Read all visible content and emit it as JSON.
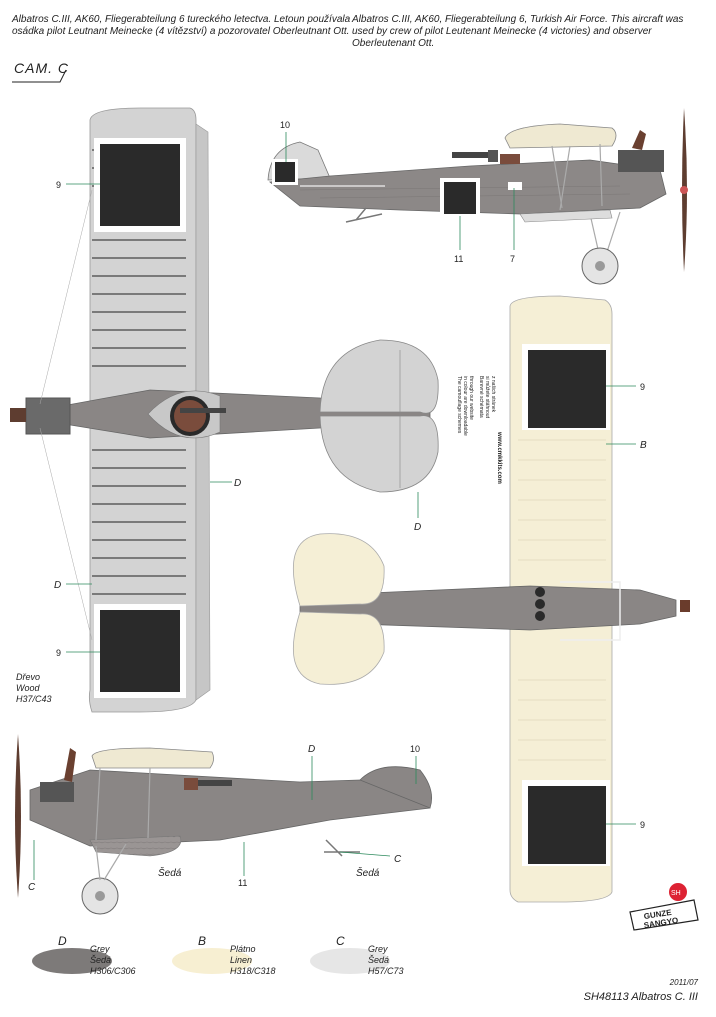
{
  "caption_cz": "Albatros C.III, AK60, Fliegerabteilung 6 tureckého letectva. Letoun používala osádka pilot Leutnant Meinecke (4 vítězství) a pozorovatel Oberleutnant Ott.",
  "caption_en": "Albatros C.III, AK60, Fliegerabteilung 6, Turkish Air Force. This aircraft was used by crew of pilot Leutenant Meinecke (4 victories) and observer Oberleutenant Ott.",
  "camo_label": "CAM. C",
  "callouts": {
    "c10_top": "10",
    "c11_top": "11",
    "c7_top": "7",
    "c9_left_top": "9",
    "c9_left_bottom": "9",
    "cD_wing": "D",
    "cD_wing_low": "D",
    "cD_tail": "D",
    "c9_right_top": "9",
    "cB_right": "B",
    "c9_right_bottom": "9",
    "cD_bottom": "D",
    "c10_bottom": "10",
    "c11_bottom": "11",
    "cC_bottom_left": "C",
    "cC_bottom_right": "C",
    "seda_1": "Šedá",
    "seda_2": "Šedá"
  },
  "wood": {
    "cz": "Dřevo",
    "en": "Wood",
    "code": "H37/C43"
  },
  "notice": {
    "line1": "The camouflage schemes",
    "line2": "in colour are downloadable",
    "line3": "through our website",
    "line4": "Barevné schémata",
    "line5": "si můžete stáhnout",
    "line6": "z našich stránek",
    "url": "www.cmkkits.com"
  },
  "legend": [
    {
      "code": "D",
      "line1": "Grey",
      "line2": "Šedá",
      "line3": "H306/C306",
      "color": "#7d7a79"
    },
    {
      "code": "B",
      "line1": "Plátno",
      "line2": "Linen",
      "line3": "H318/C318",
      "color": "#f7efd2"
    },
    {
      "code": "C",
      "line1": "Grey",
      "line2": "Šedá",
      "line3": "H57/C73",
      "color": "#e6e6e6"
    }
  ],
  "footer": {
    "date": "2011/07",
    "title": "SH48113 Albatros C. III"
  },
  "colors": {
    "grey_fuselage": "#8a8685",
    "light_grey": "#d4d4d4",
    "linen": "#f5efd6",
    "marking": "#2a2a2a",
    "callout_line": "#2c8a5c"
  },
  "brand": {
    "top": "SH",
    "name1": "GUNZE",
    "name2": "SANGYO"
  }
}
